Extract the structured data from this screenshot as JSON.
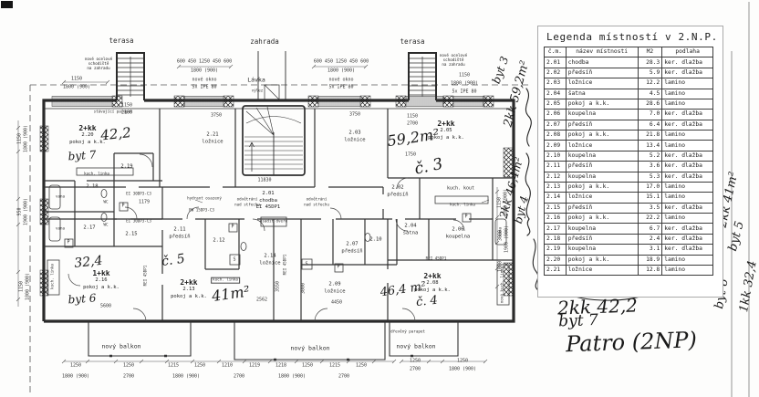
{
  "legend": {
    "title": "Legenda místností v 2.N.P.",
    "columns": [
      "č.m.",
      "název místnosti",
      "M2",
      "podlaha"
    ],
    "rows": [
      [
        "2.01",
        "chodba",
        "28.3",
        "ker. dlažba"
      ],
      [
        "2.02",
        "předsíň",
        "5.9",
        "ker. dlažba"
      ],
      [
        "2.03",
        "ložnice",
        "12.2",
        "lamino"
      ],
      [
        "2.04",
        "šatna",
        "4.5",
        "lamino"
      ],
      [
        "2.05",
        "pokoj a k.k.",
        "28.6",
        "lamino"
      ],
      [
        "2.06",
        "koupelna",
        "7.0",
        "ker. dlažba"
      ],
      [
        "2.07",
        "předsíň",
        "6.4",
        "ker. dlažba"
      ],
      [
        "2.08",
        "pokoj a k.k.",
        "21.8",
        "lamino"
      ],
      [
        "2.09",
        "ložnice",
        "13.4",
        "lamino"
      ],
      [
        "2.10",
        "koupelna",
        "5.2",
        "ker. dlažba"
      ],
      [
        "2.11",
        "předsíň",
        "3.6",
        "ker. dlažba"
      ],
      [
        "2.12",
        "koupelna",
        "5.3",
        "ker. dlažba"
      ],
      [
        "2.13",
        "pokoj a k.k.",
        "17.0",
        "lamino"
      ],
      [
        "2.14",
        "ložnice",
        "15.1",
        "lamino"
      ],
      [
        "2.15",
        "předsíň",
        "3.5",
        "ker. dlažba"
      ],
      [
        "2.16",
        "pokoj a k.k.",
        "22.2",
        "lamino"
      ],
      [
        "2.17",
        "koupelna",
        "6.7",
        "ker. dlažba"
      ],
      [
        "2.18",
        "předsíň",
        "2.4",
        "ker. dlažba"
      ],
      [
        "2.19",
        "koupelna",
        "3.1",
        "ker. dlažba"
      ],
      [
        "2.20",
        "pokoj a k.k.",
        "18.9",
        "lamino"
      ],
      [
        "2.21",
        "ložnice",
        "12.8",
        "lamino"
      ]
    ]
  },
  "plan": {
    "areas": {
      "terasa": "terasa",
      "zahrada": "zahrada",
      "lavka": "Lávka",
      "vylez": "výlez",
      "balkon": "nový balkon"
    },
    "stair_note": {
      "l1": "nové ocelové",
      "l2": "schodiště",
      "l3": "na zahradu"
    },
    "rooms": {
      "r201": {
        "a": "2.01",
        "b": "chodba",
        "c": "EI 45DP1"
      },
      "r202": {
        "a": "2.02",
        "b": "předsíň"
      },
      "r203": {
        "a": "2.03",
        "b": "ložnice"
      },
      "r204": {
        "a": "2.04",
        "b": "šatna"
      },
      "r205": {
        "t": "2+kk",
        "a": "2.05",
        "b": "pokoj a k.k."
      },
      "r206": {
        "a": "2.06",
        "b": "koupelna"
      },
      "r207": {
        "a": "2.07",
        "b": "předsíň"
      },
      "r208": {
        "t": "2+kk",
        "a": "2.08",
        "b": "pokoj a k.k."
      },
      "r209": {
        "a": "2.09",
        "b": "ložnice"
      },
      "r210": {
        "a": "2.10"
      },
      "r211": {
        "a": "2.11",
        "b": "předsíň"
      },
      "r212": {
        "a": "2.12"
      },
      "r213": {
        "t": "2+kk",
        "a": "2.13",
        "b": "pokoj a k.k."
      },
      "r214": {
        "a": "2.14",
        "b": "ložnice"
      },
      "r215": {
        "a": "2.15"
      },
      "r216": {
        "t": "1+kk",
        "a": "2.16",
        "b": "pokoj a k.k."
      },
      "r217": {
        "a": "2.17"
      },
      "r218": {
        "a": "2.18"
      },
      "r219": {
        "a": "2.19"
      },
      "r220": {
        "t": "2+kk",
        "a": "2.20",
        "b": "pokoj a k.k."
      },
      "r221": {
        "a": "2.21",
        "b": "ložnice"
      }
    },
    "fixtures": {
      "kuch_linka": "kuch. linka",
      "kuch_kout": "kuch. kout",
      "nova_kuch_linka": "nová kuch. linka",
      "vana": "vana",
      "wc": "WC",
      "p": "P",
      "s": "S",
      "hydrant": "hydrant osazený",
      "ew": "EW 15DP3-C3",
      "venta": "odvětrání",
      "ventb": "nad střechu",
      "osadit": "osadit dveře",
      "rei": "REI 45DP1",
      "ei30": "EI 30DP3-C3",
      "par1": "stávající parapet",
      "par2": "dřevěný parapet"
    },
    "dims": {
      "tl1": "1150",
      "tl2": "1800 (900)",
      "cl1": "600 450 1250 450 600",
      "cl2": "1800 (900)",
      "cl3": "nové okno",
      "cl4": "5x IPE 80",
      "rt1": "1150",
      "rt2": "1800 (900)",
      "rt3": "5x IPE 80",
      "w220a": "1150",
      "w220b": "2100",
      "w205a": "1150",
      "w205b": "2700",
      "l221": "3750",
      "l203": "3750",
      "chodba": "11830",
      "d5600": "5600",
      "d2562": "2562",
      "d4450": "4450",
      "d1750": "1750",
      "d1179": "1179",
      "d3000": "3000",
      "d3550": "3550",
      "lv1a": "1150",
      "lv1b": "1800 (900)",
      "lv2a": "950",
      "lv2b": "1900 (900)",
      "lv3a": "1150",
      "lv3b": "1800 (900)",
      "rv1a": "1150",
      "rv1b": "1800 (900)",
      "rv2": "3000",
      "rv3": "1900 (900)",
      "rv4": "1000",
      "b_r1": [
        "1250",
        "1250",
        "1215",
        "1250",
        "1210",
        "1219",
        "1218",
        "1250",
        "1215",
        "1250"
      ],
      "b_r2": [
        "1800 (900)",
        "2700",
        "1800 (900)",
        "2700",
        "1800 (900)",
        "2700"
      ],
      "br1": "1250",
      "br2": "2700",
      "br3": "1250",
      "br4": "1800 (900)"
    }
  },
  "handwritten": {
    "h422": "42,2",
    "hbyt7": "byt 7",
    "h592": "59,2m²",
    "hc3": "č. 3",
    "hc5": "č. 5",
    "h41": "41m²",
    "h324": "32,4",
    "hbyt6": "byt 6",
    "h464": "46,4 m²",
    "hc4": "č. 4",
    "m592": "2kk 59,2m²",
    "mbyt3": "byt 3",
    "m464": "2kk 46,4m²",
    "mbyt4": "byt 4",
    "m41": "2kk 41m²",
    "mbyt5": "byt 5",
    "m324": "1kk 32,4",
    "mbyt6": "byt 6",
    "n422": "2kk 42,2",
    "nbyt7": "byt 7",
    "npatro": "Patro (2NP)"
  }
}
